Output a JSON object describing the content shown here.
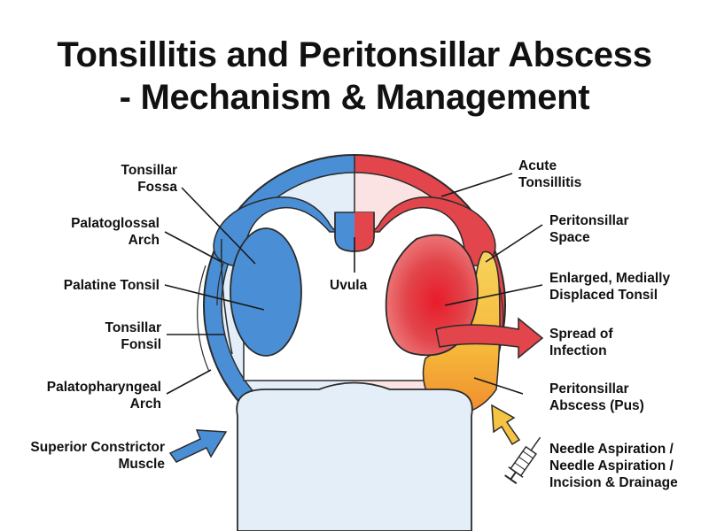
{
  "title": {
    "line1": "Tonsillitis and Peritonsillar Abscess",
    "line2": "- Mechanism & Management"
  },
  "labels_left": [
    {
      "id": "tonsillar-fossa",
      "lines": [
        "Tonsillar",
        "Fossa"
      ]
    },
    {
      "id": "palatoglossal-arch",
      "lines": [
        "Palatoglossal",
        "Arch"
      ]
    },
    {
      "id": "palatine-tonsil",
      "lines": [
        "Palatine Tonsil"
      ]
    },
    {
      "id": "tonsillar-fonsil",
      "lines": [
        "Tonsillar",
        "Fonsil"
      ]
    },
    {
      "id": "palatopharyngeal-arch",
      "lines": [
        "Palatopharyngeal",
        "Arch"
      ]
    },
    {
      "id": "superior-constrictor-muscle",
      "lines": [
        "Superior Constrictor",
        "Muscle"
      ]
    }
  ],
  "labels_center": [
    {
      "id": "uvula",
      "lines": [
        "Uvula"
      ]
    }
  ],
  "labels_right": [
    {
      "id": "acute-tonsillitis",
      "lines": [
        "Acute",
        "Tonsillitis"
      ]
    },
    {
      "id": "peritonsillar-space",
      "lines": [
        "Peritonsillar",
        "Space"
      ]
    },
    {
      "id": "enlarged-tonsil",
      "lines": [
        "Enlarged, Medially",
        "Displaced Tonsil"
      ]
    },
    {
      "id": "spread-of-infection",
      "lines": [
        "Spread of",
        "Infection"
      ]
    },
    {
      "id": "peritonsillar-abscess",
      "lines": [
        "Peritonsillar",
        "Abscess (Pus)"
      ]
    },
    {
      "id": "needle-aspiration",
      "lines": [
        "Needle Aspiration /",
        "Needle Aspiration /",
        "Incision & Drainage"
      ]
    }
  ],
  "colors": {
    "normal_blue": "#4a8fd6",
    "light_blue": "#e3eef9",
    "inflamed_red": "#e2454b",
    "abscess_yellow": "#f5c444",
    "abscess_orange": "#f08a2e",
    "outline": "#2b2b2b"
  },
  "icons": [
    "arrow-right-icon",
    "arrow-up-icon",
    "syringe-icon"
  ]
}
